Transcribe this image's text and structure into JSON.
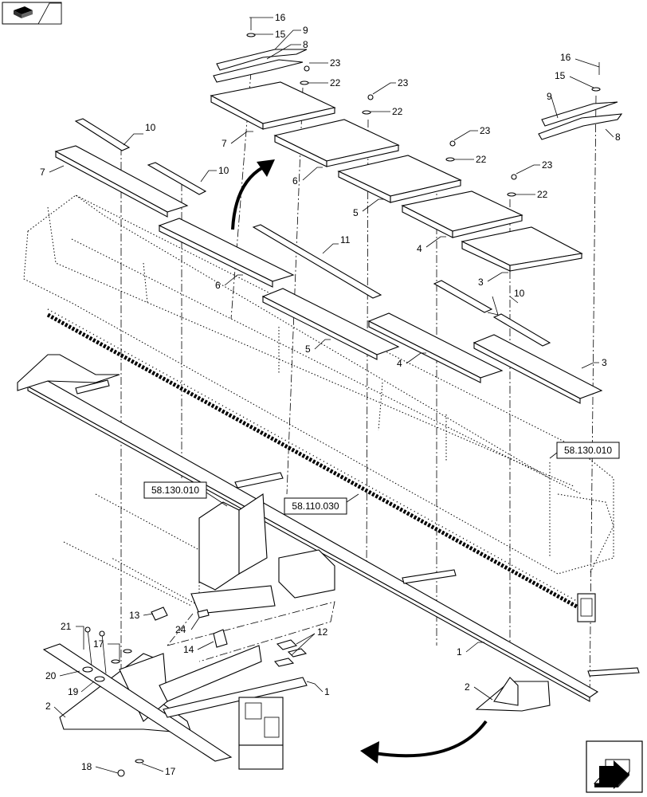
{
  "nav_icons": {
    "top_left": "exploded-view-icon",
    "bottom_right": "navigate-back-icon"
  },
  "reference_labels": [
    "58.130.010",
    "58.110.030",
    "58.130.010"
  ],
  "callouts": {
    "c16a": "16",
    "c15a": "15",
    "c9a": "9",
    "c8a": "8",
    "c23a": "23",
    "c22a": "22",
    "c23b": "23",
    "c22b": "22",
    "c23c": "23",
    "c22c": "22",
    "c23d": "23",
    "c22d": "22",
    "c16b": "16",
    "c15b": "15",
    "c9b": "9",
    "c8b": "8",
    "c7a": "7",
    "c6a": "6",
    "c5a": "5",
    "c4a": "4",
    "c3a": "3",
    "c10a": "10",
    "c10b": "10",
    "c10c": "10",
    "c7b": "7",
    "c6b": "6",
    "c11": "11",
    "c5b": "5",
    "c4b": "4",
    "c3b": "3",
    "c1a": "1",
    "c2a": "2",
    "c13": "13",
    "c24": "24",
    "c14": "14",
    "c12": "12",
    "c1b": "1",
    "c21": "21",
    "c17a": "17",
    "c20": "20",
    "c19": "19",
    "c2b": "2",
    "c18": "18",
    "c17b": "17"
  }
}
